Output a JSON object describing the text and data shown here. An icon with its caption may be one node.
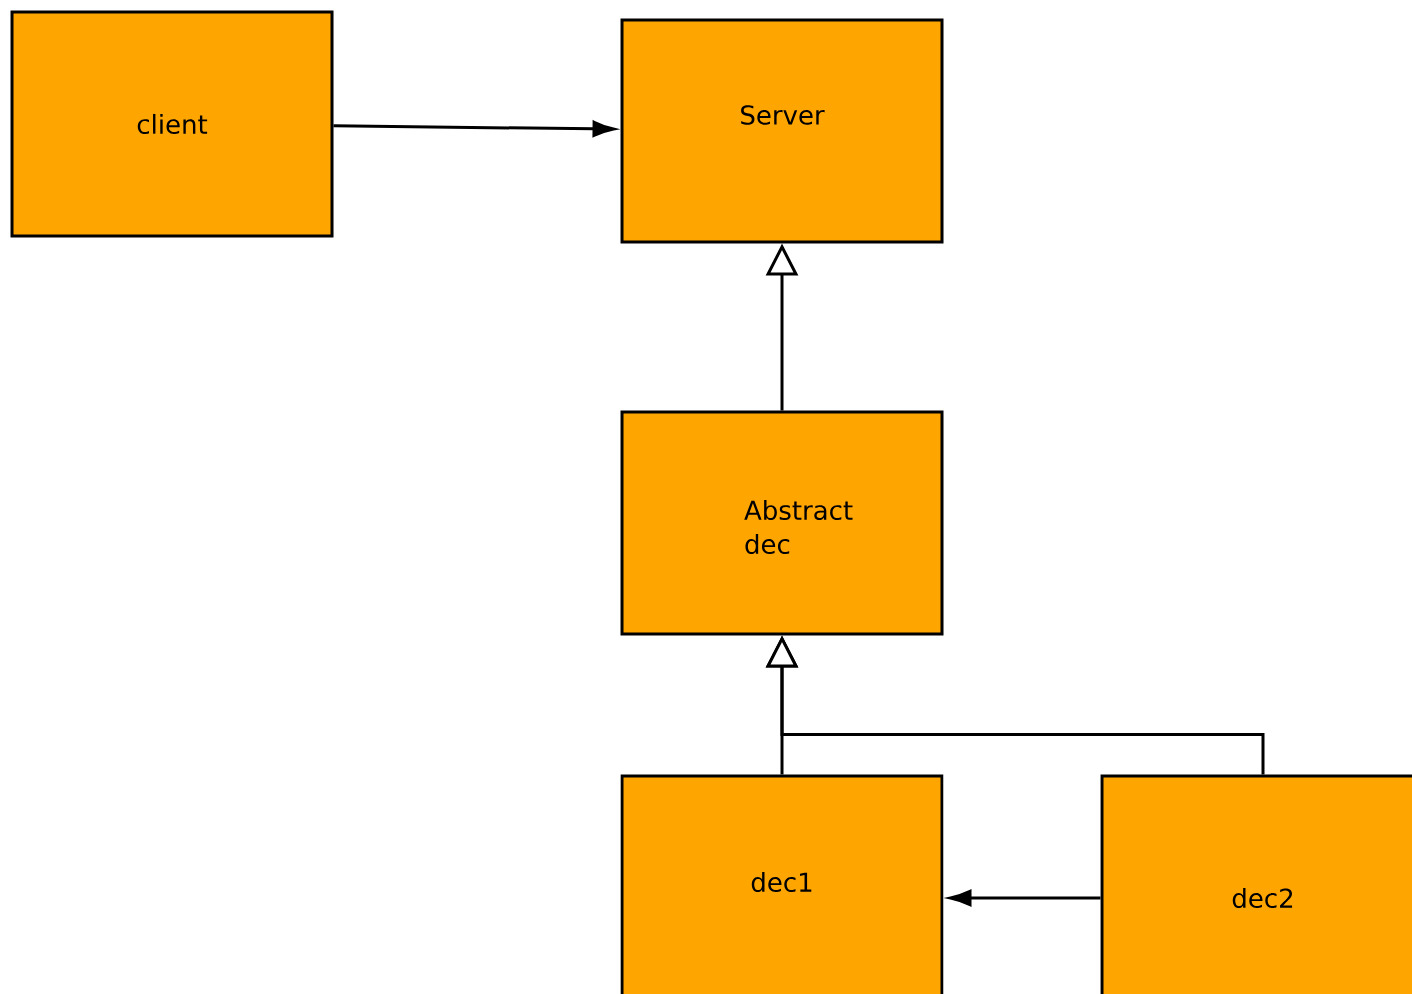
{
  "diagram": {
    "nodes": [
      {
        "text": [
          "client"
        ]
      },
      {
        "text": [
          "Server"
        ]
      },
      {
        "text": [
          "Abstract dec"
        ]
      },
      {
        "text": [
          "dec1"
        ]
      },
      {
        "text": [
          "dec2"
        ]
      }
    ],
    "edges": [
      {
        "from": 0,
        "to": 1,
        "arrow": "to"
      },
      {
        "from": 2,
        "to": 1,
        "arrow": "to"
      },
      {
        "from": 3,
        "to": 2,
        "arrow": "to"
      },
      {
        "from": 4,
        "to": 2,
        "arrow": "to"
      },
      {
        "from": 4,
        "to": 3,
        "arrow": "to"
      }
    ]
  }
}
